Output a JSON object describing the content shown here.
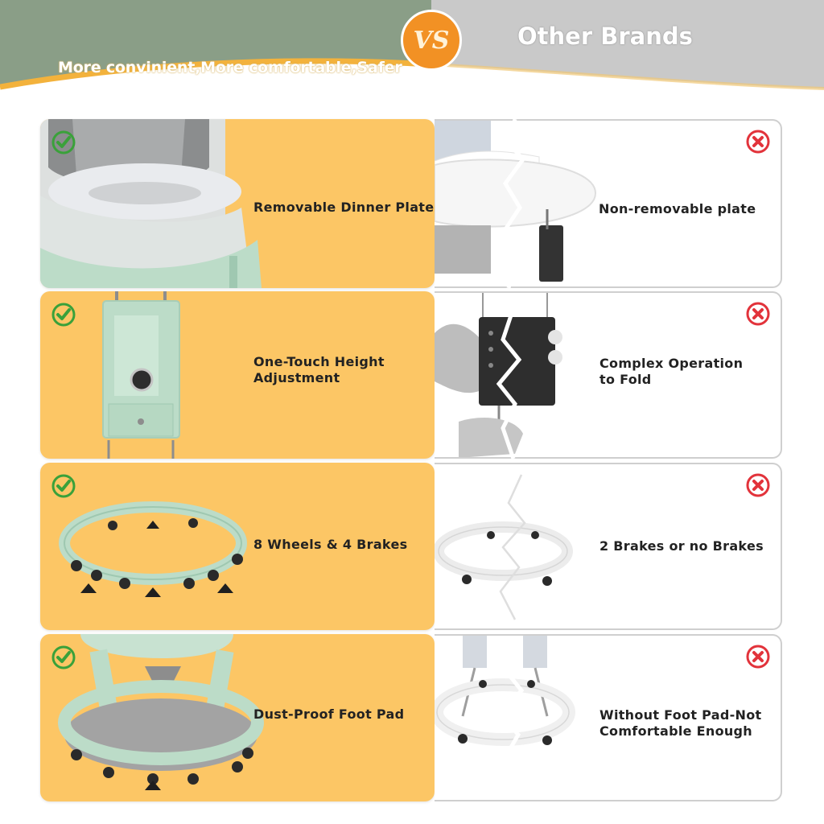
{
  "header": {
    "tagline": "More convinient,More comfortable,Safer",
    "vs_label": "VS",
    "other_brands": "Other Brands"
  },
  "colors": {
    "left_panel": "#fcc665",
    "header_left": "#8a9e87",
    "header_right": "#c9c9c9",
    "check_green": "#3aa13a",
    "x_red": "#e2333b",
    "vs_orange": "#f29124",
    "walker_mint": "#bcdcc8"
  },
  "rows": [
    {
      "ours": "Removable Dinner Plate",
      "theirs": "Non-removable plate"
    },
    {
      "ours": "One-Touch Height\nAdjustment",
      "theirs": "Complex Operation\n to Fold"
    },
    {
      "ours": "8 Wheels & 4 Brakes",
      "theirs": "2 Brakes or no Brakes"
    },
    {
      "ours": "Dust-Proof Foot Pad",
      "theirs": "Without Foot Pad-Not\nComfortable Enough"
    }
  ],
  "icons": {
    "ours": "check-circle-icon",
    "theirs": "x-circle-icon"
  }
}
